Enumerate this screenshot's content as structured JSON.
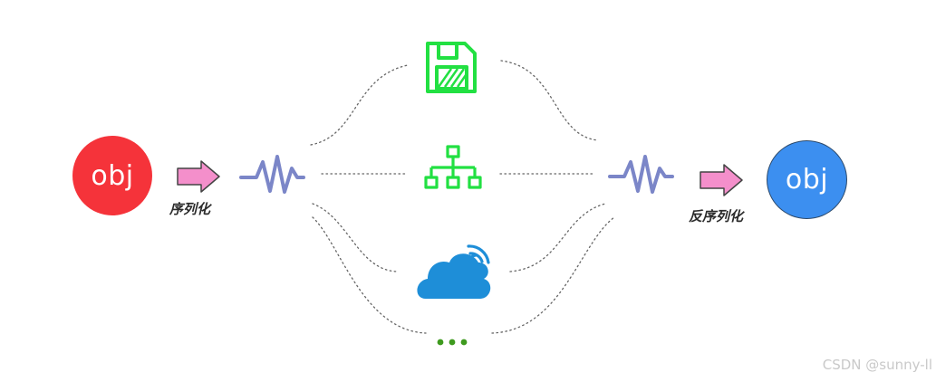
{
  "source": {
    "label": "obj",
    "color": "#f5333a"
  },
  "target": {
    "label": "obj",
    "color": "#3c8ff0"
  },
  "serialize_label": "序列化",
  "deserialize_label": "反序列化",
  "channels": [
    {
      "icon": "floppy-disk-icon",
      "color": "#22e042"
    },
    {
      "icon": "network-tree-icon",
      "color": "#22e042"
    },
    {
      "icon": "cloud-wireless-icon",
      "color": "#1e8ed8"
    },
    {
      "icon": "ellipsis-icon",
      "color": "#3e9a1e"
    }
  ],
  "arrow_color": "#f48fcb",
  "wave_color": "#7b86c8",
  "watermark": "CSDN @sunny-ll"
}
